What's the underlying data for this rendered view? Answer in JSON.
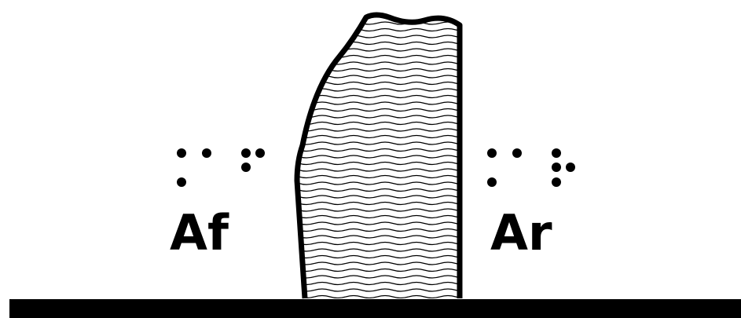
{
  "colors": {
    "ink": "#000000",
    "background": "#ffffff"
  },
  "labels": {
    "left": {
      "text": "Af",
      "braille": "⠁⠋"
    },
    "right": {
      "text": "Ar",
      "braille": "⠁⠗"
    }
  },
  "figure": {
    "hatch_pattern": "wavy-horizontal-lines",
    "baseline": "solid-black-bar"
  }
}
